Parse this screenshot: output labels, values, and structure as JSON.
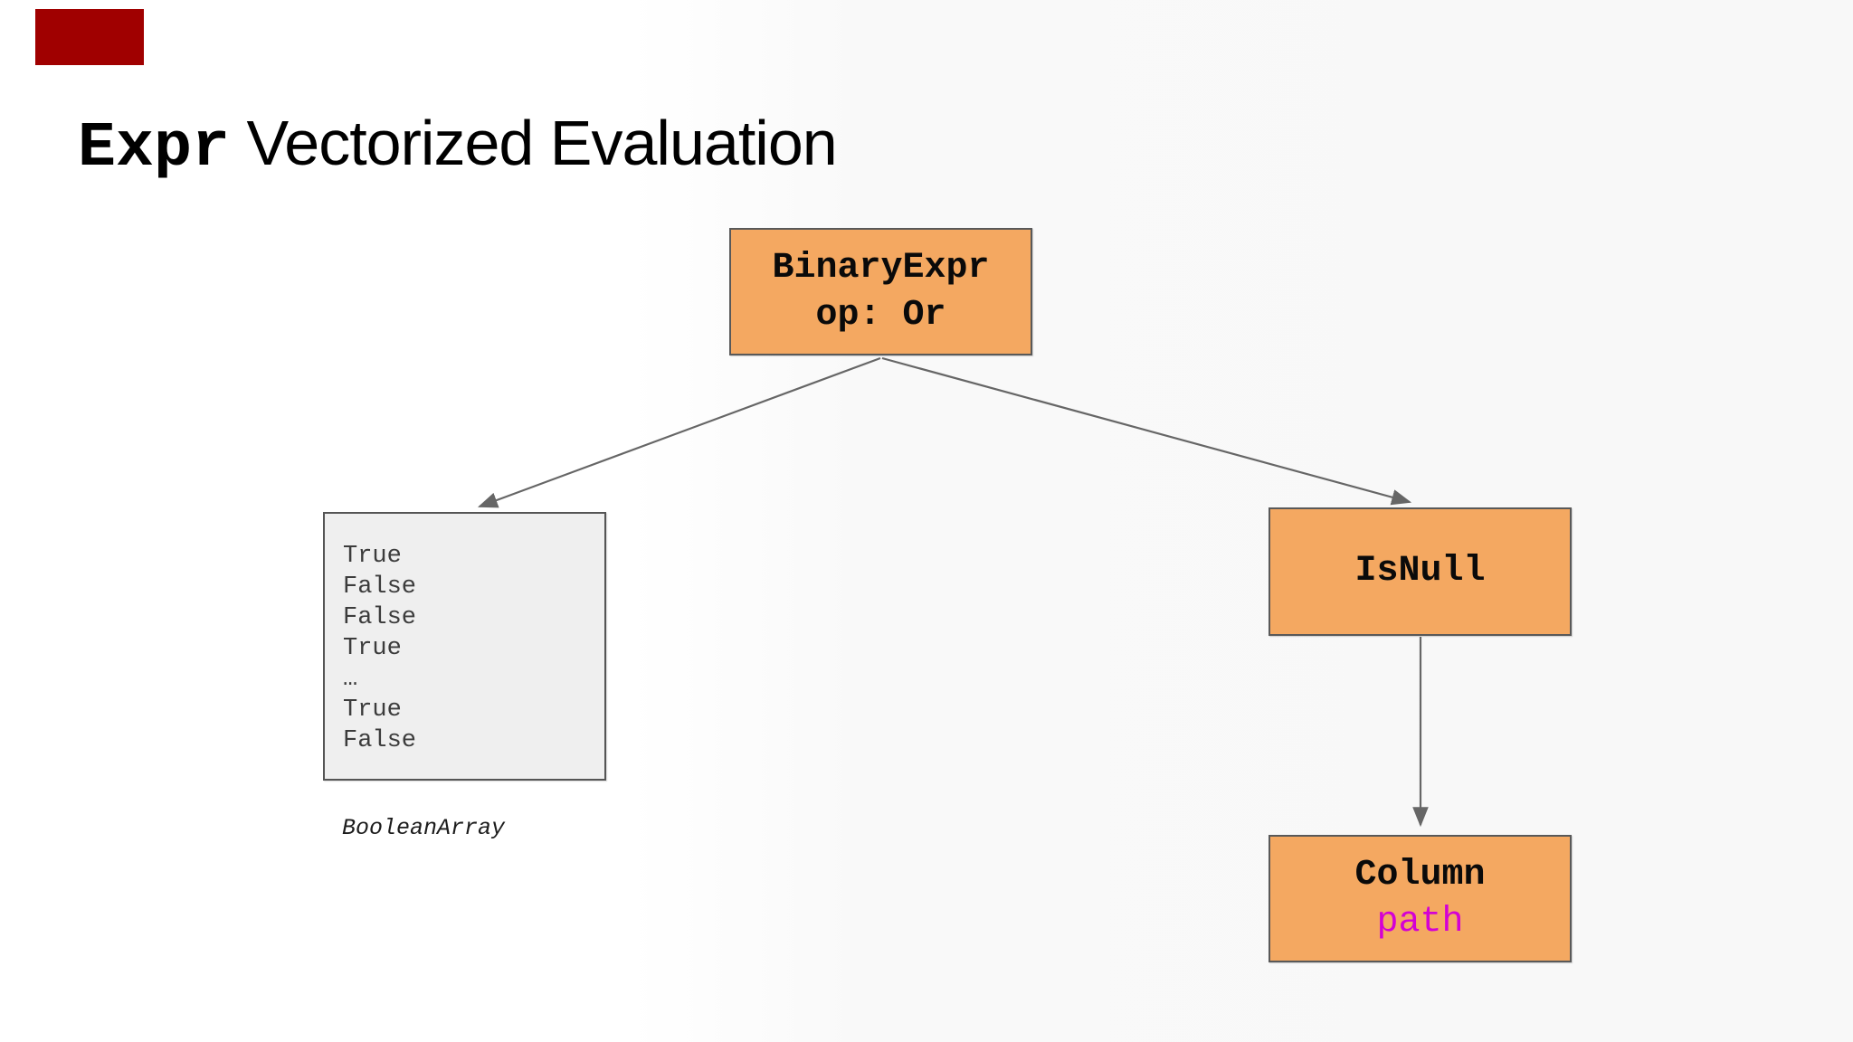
{
  "slide": {
    "title": {
      "code": "Expr",
      "rest": " Vectorized Evaluation"
    }
  },
  "colors": {
    "node_fill": "#f4a861",
    "node_border": "#595959",
    "arrow": "#666666",
    "gray_fill": "#efefef",
    "gray_border": "#555555",
    "magenta": "#d400d4",
    "red_marker": "#a00000",
    "values_text": "#3c3c3c"
  },
  "diagram": {
    "nodes": {
      "binary_expr": {
        "line1": "BinaryExpr",
        "line2": "op: Or"
      },
      "is_null": {
        "label": "IsNull"
      },
      "column": {
        "line1": "Column",
        "line2": "path"
      }
    },
    "boolean_array": {
      "values": [
        "True",
        "False",
        "False",
        "True",
        "…",
        "True",
        "False"
      ],
      "caption": "BooleanArray"
    }
  }
}
